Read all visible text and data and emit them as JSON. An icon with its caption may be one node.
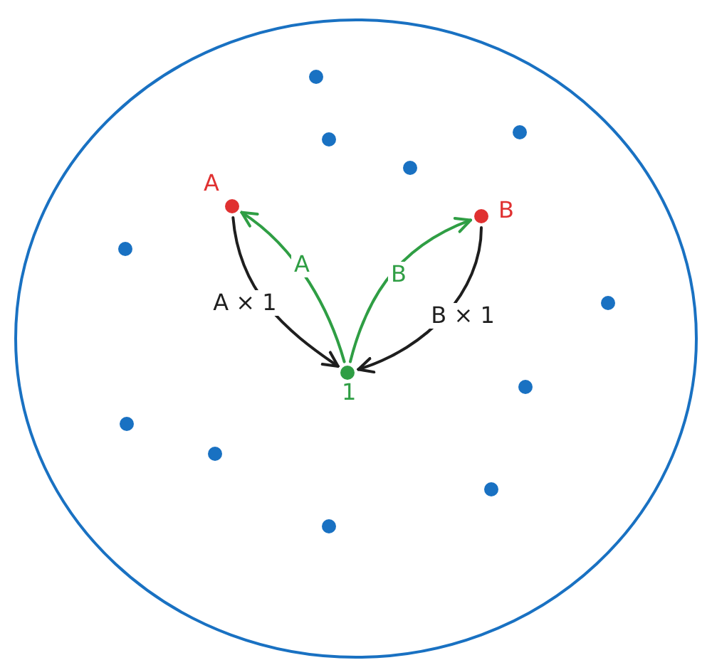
{
  "diagram": {
    "nodes": [
      {
        "text": [],
        "shape": "circle"
      },
      {
        "text": [],
        "shape": "circle",
        "in": 0
      },
      {
        "text": [],
        "shape": "circle",
        "in": 0
      },
      {
        "text": [],
        "shape": "circle",
        "in": 0
      },
      {
        "text": [],
        "shape": "circle",
        "in": 0
      },
      {
        "text": [],
        "shape": "circle",
        "in": 0,
        "beside": [
          "A"
        ]
      },
      {
        "text": [],
        "shape": "circle",
        "in": 0,
        "beside": [
          "B"
        ]
      },
      {
        "text": [],
        "shape": "circle",
        "in": 0
      },
      {
        "text": [],
        "shape": "circle",
        "in": 0
      },
      {
        "text": [],
        "shape": "circle",
        "in": 0,
        "beside": [
          "1"
        ]
      },
      {
        "text": [],
        "shape": "circle",
        "in": 0
      },
      {
        "text": [],
        "shape": "circle",
        "in": 0
      },
      {
        "text": [],
        "shape": "circle",
        "in": 0
      },
      {
        "text": [],
        "shape": "circle",
        "in": 0
      },
      {
        "text": [],
        "shape": "circle",
        "in": 0
      }
    ],
    "edges": [
      {
        "from": 9,
        "to": 5,
        "arrow": "to",
        "label": "A",
        "color": "#2f9e44"
      },
      {
        "from": 9,
        "to": 6,
        "arrow": "to",
        "label": "B",
        "color": "#2f9e44"
      },
      {
        "from": 5,
        "to": 9,
        "arrow": "to",
        "label": "A × 1",
        "color": "#1e1e1e"
      },
      {
        "from": 6,
        "to": 9,
        "arrow": "to",
        "label": "B × 1",
        "color": "#1e1e1e"
      }
    ]
  }
}
